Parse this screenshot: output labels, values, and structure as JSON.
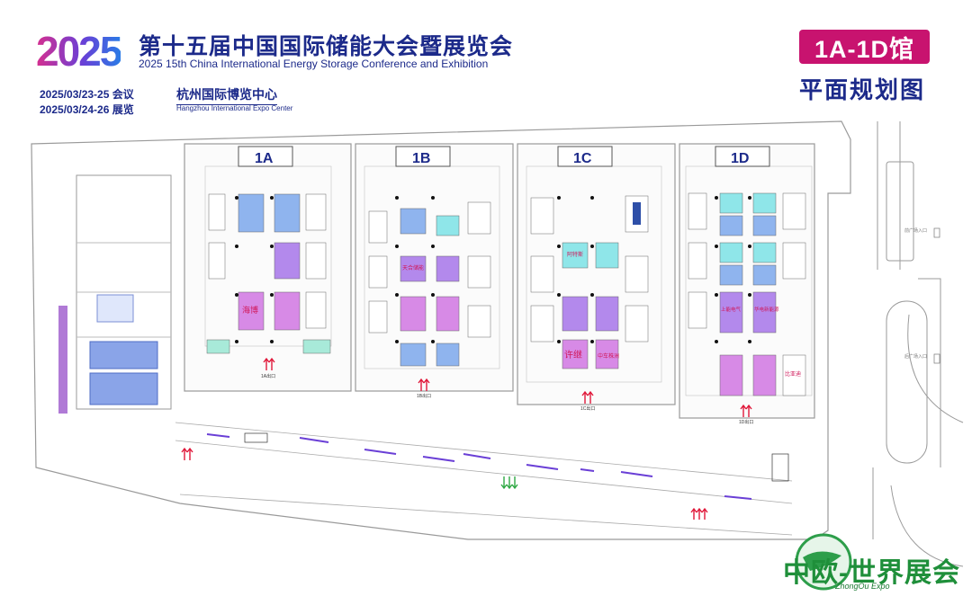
{
  "header": {
    "year": "2025",
    "title_cn": "第十五届中国国际储能大会暨展览会",
    "title_en": "2025 15th China International Energy Storage Conference and Exhibition",
    "date_conference": "2025/03/23-25 会议",
    "date_exhibition": "2025/03/24-26 展览",
    "venue_cn": "杭州国际博览中心",
    "venue_en": "Hangzhou International Expo Center"
  },
  "badge": {
    "halls": "1A-1D馆",
    "plan_title": "平面规划图"
  },
  "halls": [
    {
      "id": "hall-1a",
      "label": "1A",
      "exit": "1A出口"
    },
    {
      "id": "hall-1b",
      "label": "1B",
      "exit": "1B出口"
    },
    {
      "id": "hall-1c",
      "label": "1C",
      "exit": "1C出口"
    },
    {
      "id": "hall-1d",
      "label": "1D",
      "exit": "1D出口"
    }
  ],
  "booth_labels": {
    "1a_a": "海博",
    "1b_a": "天合储能",
    "1c_a": "阿特斯",
    "1c_b": "许继",
    "1c_c": "中车株洲",
    "1d_a": "上能电气",
    "1d_b": "华电新能源",
    "1d_c": "比亚迪"
  },
  "side_entrances": [
    "前广场入口",
    "后广场入口"
  ],
  "colors": {
    "brand_blue": "#1c2a8a",
    "badge_magenta": "#c8136f",
    "booth_blue": "#8fb4ee",
    "booth_purple": "#b389ec",
    "booth_violet": "#d78ae6",
    "booth_cyan": "#8fe6e9",
    "booth_mint": "#a8ead9",
    "arrow_red": "#e0183a",
    "arrow_green": "#2fa844"
  },
  "logo": {
    "text": "中欧-世界展会",
    "sub": "ZhongOu Expo"
  }
}
